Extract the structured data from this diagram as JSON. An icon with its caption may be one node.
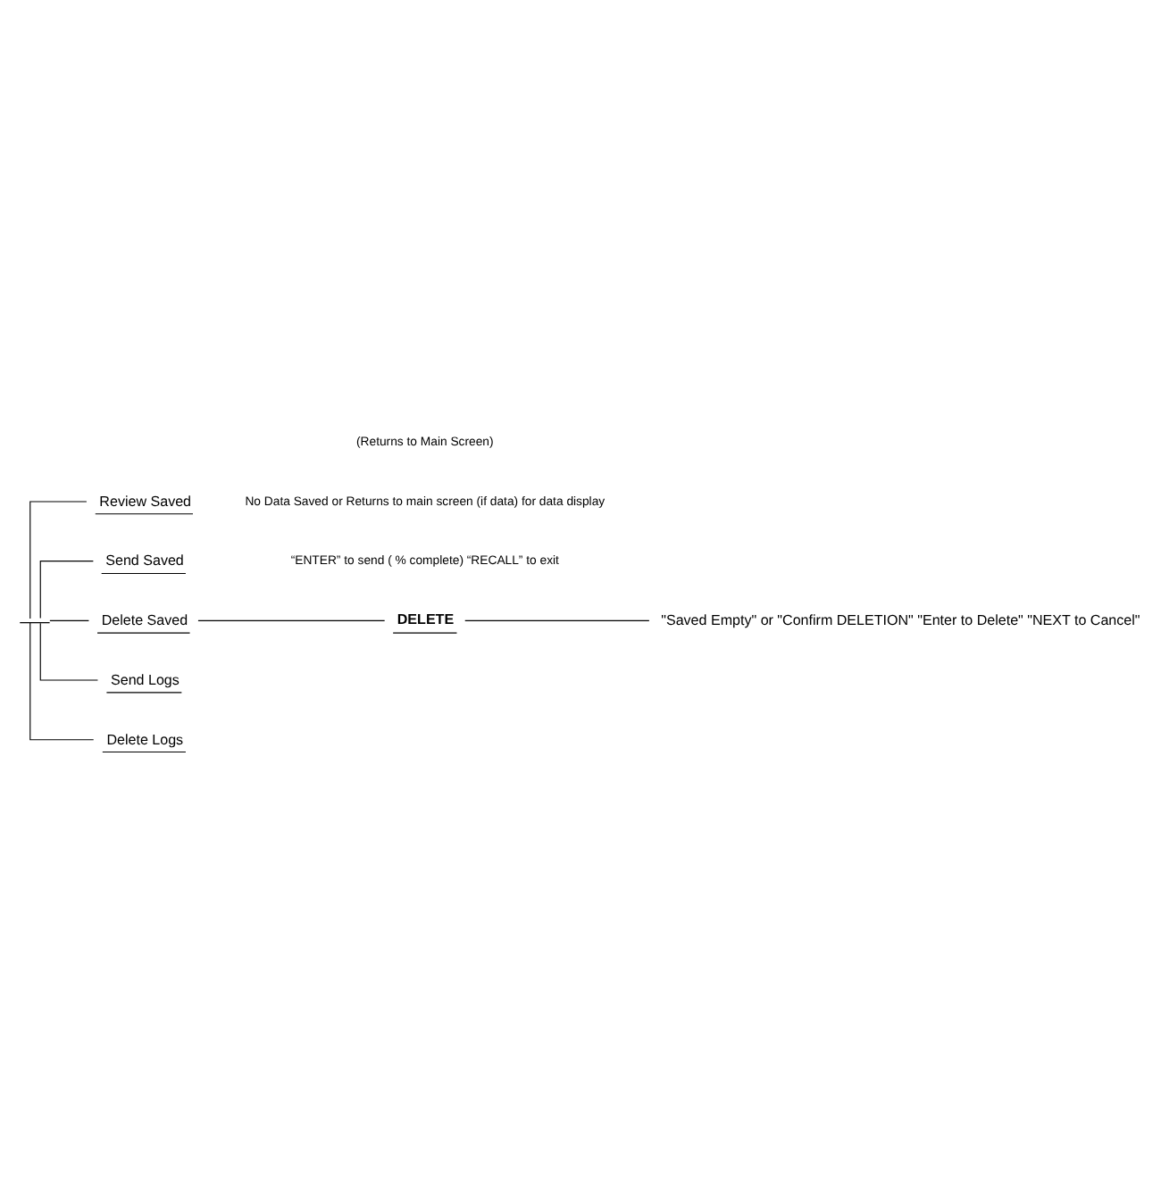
{
  "diagram": {
    "nodes": [
      {
        "text": [],
        "shape": "bar"
      },
      {
        "text": [
          "Review Saved"
        ]
      },
      {
        "text": [
          "Send Saved"
        ]
      },
      {
        "text": [
          "Delete Saved"
        ]
      },
      {
        "text": [
          "DELETE"
        ]
      },
      {
        "text": [
          "\"Saved Empty\" or \"Confirm DELETION\" \"Enter to Delete\" \"NEXT to Cancel\""
        ]
      },
      {
        "text": [
          "Send Logs"
        ]
      },
      {
        "text": [
          "Delete Logs"
        ]
      }
    ],
    "edges": [
      {
        "from": 0,
        "to": 1,
        "arrow": "none"
      },
      {
        "from": 0,
        "to": 2,
        "arrow": "none"
      },
      {
        "from": 0,
        "to": 3,
        "arrow": "none"
      },
      {
        "from": 3,
        "to": 4,
        "arrow": "none"
      },
      {
        "from": 4,
        "to": 5,
        "arrow": "none"
      },
      {
        "from": 0,
        "to": 6,
        "arrow": "none"
      },
      {
        "from": 0,
        "to": 7,
        "arrow": "none"
      }
    ],
    "labels": [
      "(Returns to Main Screen)",
      "No Data Saved or Returns to main screen (if data) for data display",
      "“ENTER” to send ( % complete) “RECALL” to exit"
    ]
  }
}
